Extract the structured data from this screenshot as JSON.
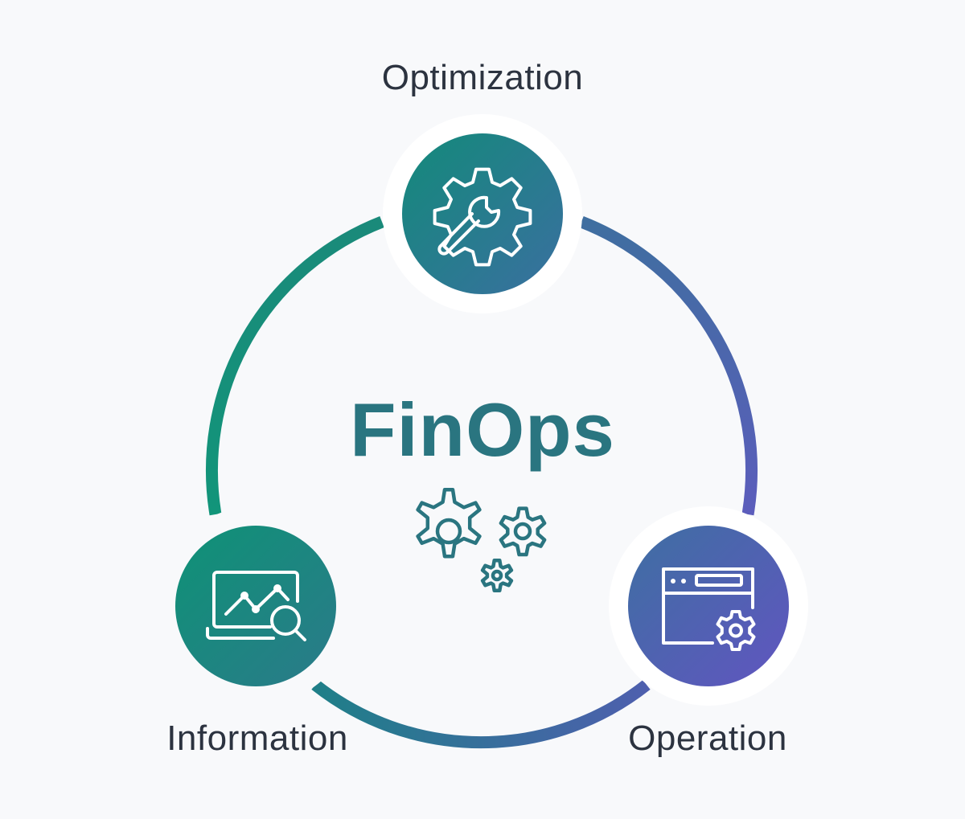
{
  "title": "FinOps",
  "stages": {
    "optimization": {
      "label": "Optimization",
      "icon": "gear-wrench-icon"
    },
    "information": {
      "label": "Information",
      "icon": "monitor-chart-search-icon"
    },
    "operation": {
      "label": "Operation",
      "icon": "browser-window-gear-icon"
    }
  },
  "center_icon": "gears-icon",
  "colors": {
    "teal": "#11917a",
    "mid": "#2a7a8a",
    "purple": "#5a5bbd",
    "text": "#2c3340",
    "title": "#2a7580",
    "background": "#f8f9fb"
  }
}
